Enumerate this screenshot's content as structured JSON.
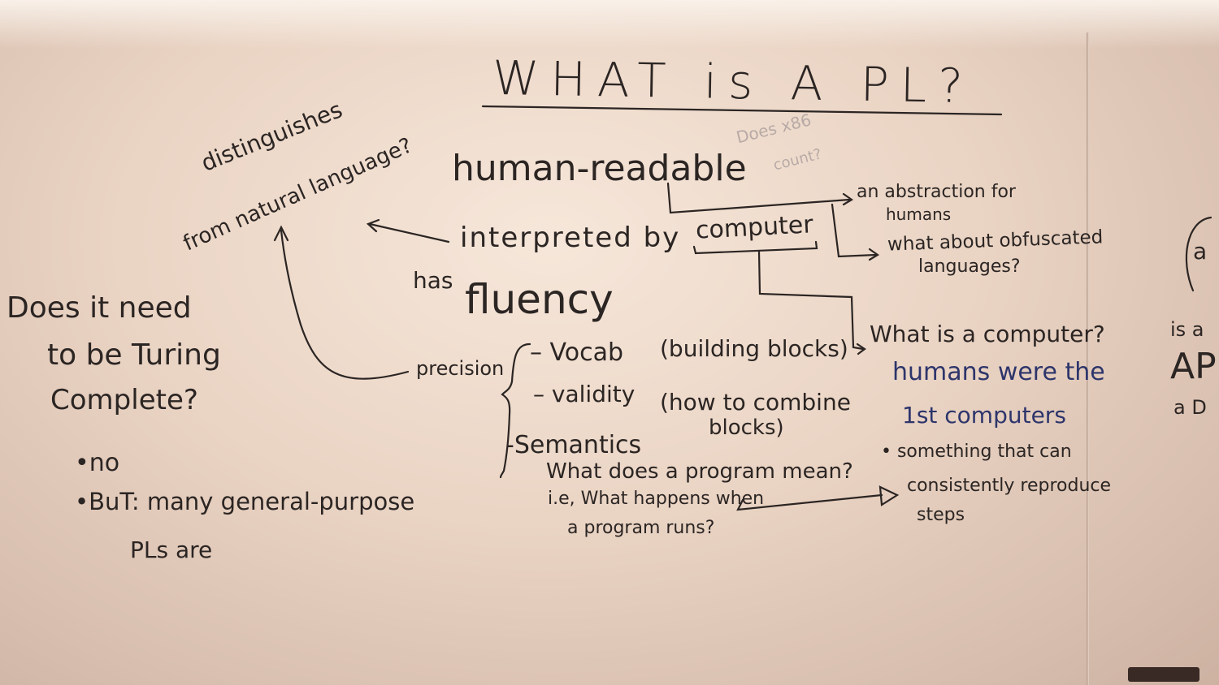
{
  "title": "WHAT is A PL?",
  "left_notes": {
    "distinguishes_line1": "distinguishes",
    "distinguishes_line2": "from natural language?",
    "turing_line1": "Does it need",
    "turing_line2": "to be Turing",
    "turing_line3": "Complete?",
    "bullet_no": "•no",
    "bullet_but": "•BuT: many general-purpose",
    "bullet_but_cont": "PLs are"
  },
  "center_notes": {
    "human_readable": "human-readable",
    "does_x86": "Does x86",
    "count": "count?",
    "interpreted_by": "interpreted by",
    "computer": "computer",
    "has": "has",
    "fluency": "fluency",
    "precision": "precision",
    "vocab": "– Vocab",
    "building_blocks": "(building blocks)",
    "validity": "– validity",
    "how_to_combine": "(how to combine",
    "blocks": "blocks)",
    "semantics": "-Semantics",
    "what_does": "What does a program mean?",
    "ie_what_happens": "i.e, What happens when",
    "a_program_runs": "a program runs?"
  },
  "right_notes": {
    "abstraction_line1": "an abstraction for",
    "abstraction_line2": "humans",
    "obfuscated_line1": "what about obfuscated",
    "obfuscated_line2": "languages?",
    "what_is_computer": "What is a computer?",
    "humans_were": "humans were the",
    "first_computers": "1st computers",
    "something_line1": "• something that can",
    "something_line2": "consistently reproduce",
    "something_line3": "steps"
  },
  "edge_notes": {
    "a": "a",
    "is_a": "is a",
    "ap": "AP",
    "a_d": "a D"
  },
  "colors": {
    "marker_black": "#2b2523",
    "marker_blue": "#2d356b",
    "faded_gray": "#b7aaa6"
  }
}
